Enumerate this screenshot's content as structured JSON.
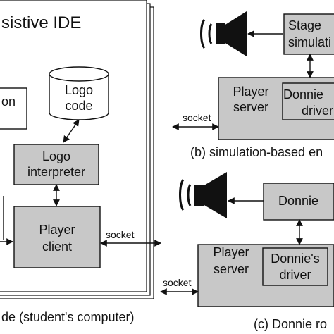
{
  "ide_panel": {
    "title": "sistive IDE",
    "caption": "de (student's computer)",
    "partial_box_text": "on",
    "logo_code": [
      "Logo",
      "code"
    ],
    "logo_interpreter": [
      "Logo",
      "interpreter"
    ],
    "player_client": [
      "Player",
      "client"
    ],
    "socket_label": "socket"
  },
  "simulation_panel": {
    "stage": [
      "Stage",
      "simulati"
    ],
    "player_server": [
      "Player",
      "server"
    ],
    "driver": [
      "Donnie",
      "driver"
    ],
    "socket_label": "socket",
    "caption": "(b) simulation-based en"
  },
  "robot_panel": {
    "donnie": "Donnie",
    "player_server": [
      "Player",
      "server"
    ],
    "driver": [
      "Donnie's",
      "driver"
    ],
    "socket_label": "socket",
    "caption": "(c) Donnie ro"
  },
  "colors": {
    "box_fill": "#c8c8c8",
    "line": "#111111",
    "background": "#ffffff"
  }
}
